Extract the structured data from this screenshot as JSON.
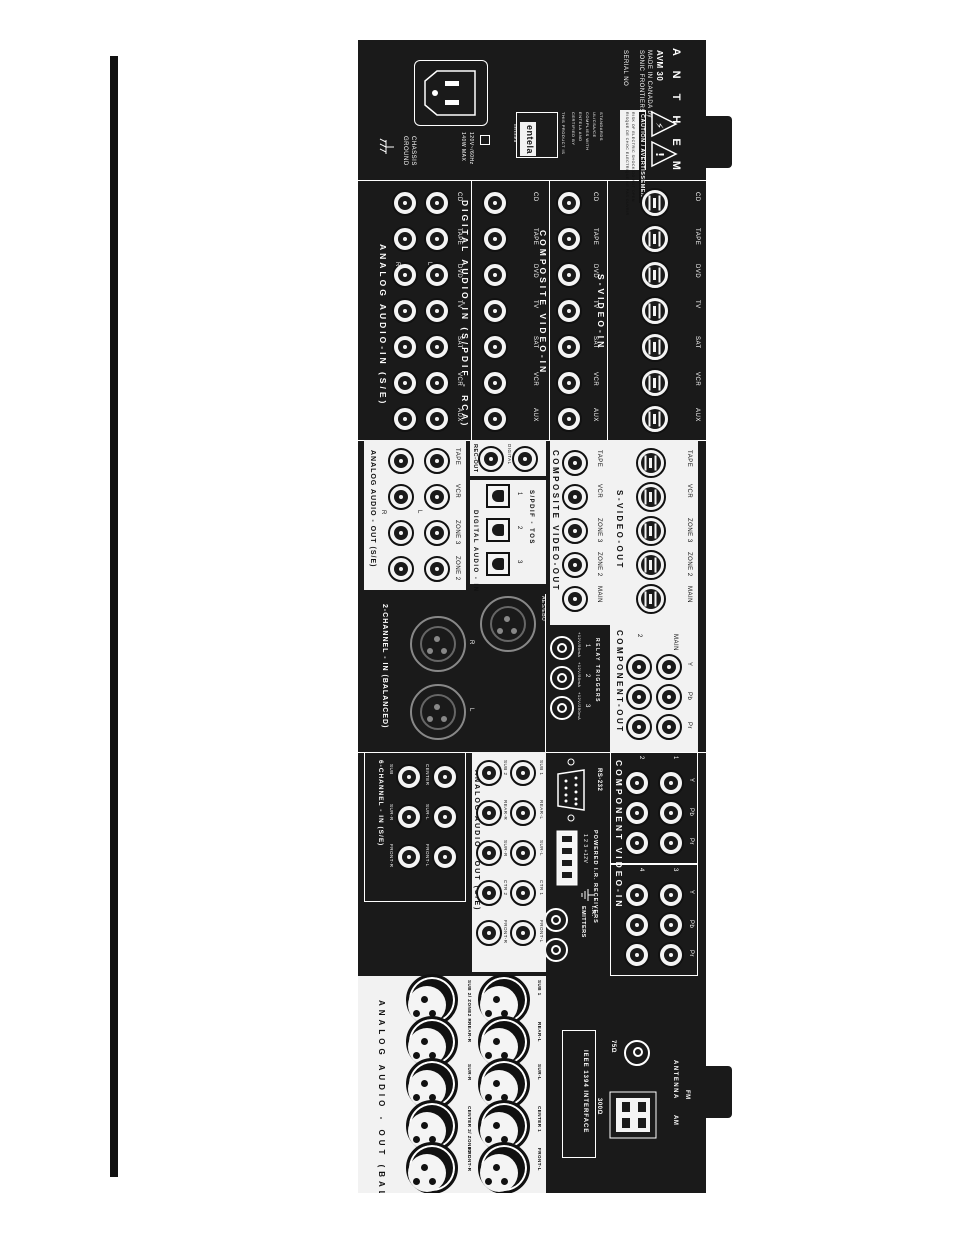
{
  "brand": {
    "logo": "A N T H E M",
    "model": "AVM 30",
    "made_in": "MADE IN CANADA by",
    "maker": "SONIC FRONTIERS INTERNATIONAL",
    "serial": "SERIAL NO"
  },
  "caution": {
    "title": "CAUTION / AVERTISSEMENT",
    "line1": "RISK OF ELECTRIC SHOCK DO NOT OPEN",
    "line2": "RISQUE DE CHOC ELECTRIQUE NE PAS OUVRIR"
  },
  "certification": {
    "text1": "THIS PRODUCT IS",
    "text2": "CERTIFIED BY",
    "text3": "ENTELA AND",
    "text4": "COMPLIES WITH",
    "text5": "UL/CSA/CE",
    "text6": "STANDARDS",
    "entela": "entela",
    "entela_sub": "certified"
  },
  "power": {
    "rating1": "120V~/60Hz",
    "rating2": "140W MAX",
    "chassis1": "CHASSIS",
    "chassis2": "GROUND"
  },
  "antenna": {
    "fm": "FM",
    "title": "ANTENNA",
    "am": "AM",
    "ohm75": "75Ω",
    "ohm300": "300Ω",
    "ieee": "IEEE 1394 INTERFACE"
  },
  "svideo_in": {
    "title": "S-VIDEO-IN",
    "labels": [
      "CD",
      "TAPE",
      "DVD",
      "TV",
      "SAT",
      "VCR",
      "AUX"
    ]
  },
  "composite_in": {
    "title": "COMPOSITE VIDEO-IN",
    "labels": [
      "CD",
      "TAPE",
      "DVD",
      "TV",
      "SAT",
      "VCR",
      "AUX"
    ]
  },
  "digital_in": {
    "title": "DIGITAL AUDIO-IN (S/PDIF - RCA)",
    "labels": [
      "CD",
      "TAPE",
      "DVD",
      "TV",
      "SAT",
      "VCR",
      "AUX"
    ]
  },
  "analog_in": {
    "title": "ANALOG AUDIO-IN (S/E)",
    "labels": [
      "CD",
      "TAPE",
      "DVD",
      "TV",
      "SAT",
      "VCR",
      "AUX"
    ],
    "l": "L",
    "r": "R"
  },
  "svideo_out": {
    "title": "S-VIDEO-OUT",
    "labels": [
      "TAPE",
      "VCR",
      "ZONE 3",
      "ZONE 2",
      "MAIN"
    ]
  },
  "composite_out": {
    "title": "COMPOSITE VIDEO-OUT",
    "labels": [
      "TAPE",
      "VCR",
      "ZONE 3",
      "ZONE 2",
      "MAIN"
    ]
  },
  "rec_out": {
    "title": "REC-OUT",
    "digital": "DIGITAL",
    "n1": "1",
    "n2": "2"
  },
  "spdif_tos": {
    "title": "S/PDIF - TOS",
    "labels": [
      "1",
      "2",
      "3"
    ],
    "section": "DIGITAL AUDIO - IN"
  },
  "aesebu": {
    "label": "AES/EBU"
  },
  "analog_out_se_lower": {
    "title": "ANALOG AUDIO - OUT (S/E)",
    "labels": [
      "TAPE",
      "VCR",
      "ZONE 3",
      "ZONE 2"
    ],
    "l": "L",
    "r": "R"
  },
  "component_out": {
    "title": "COMPONENT-OUT",
    "main": "MAIN",
    "two": "2",
    "y": "Y",
    "pb": "Pb",
    "pr": "Pr"
  },
  "relay": {
    "title": "RELAY TRIGGERS",
    "labels": [
      "1",
      "2",
      "3"
    ],
    "spec1": "+12V/50mA",
    "spec2": "+12V/50mA",
    "spec3": "+12V/250mA"
  },
  "two_channel": {
    "title": "2-CHANNEL - IN (BALANCED)",
    "l": "L",
    "r": "R"
  },
  "component_in": {
    "title": "COMPONENT VIDEO-IN",
    "y": "Y",
    "pb": "Pb",
    "pr": "Pr",
    "nums": [
      "1",
      "2",
      "3",
      "4"
    ]
  },
  "rs232": {
    "label": "RS-232"
  },
  "ir": {
    "receivers": "POWERED I.R. RECEIVERS",
    "pins": "1   2   3  +12V",
    "emitters1": "I.R.",
    "emitters2": "EMITTERS"
  },
  "analog_out_se_upper": {
    "title": "ANALOG AUDIO - OUT (S/E)",
    "top": [
      "SUB 1",
      "REAR-L",
      "SUR-L",
      "CTR 1",
      "FRONT-L"
    ],
    "bottom": [
      "SUB 2",
      "REAR-R",
      "SUR-R",
      "CTR 2",
      "FRONT-R"
    ]
  },
  "six_channel": {
    "title": "6-CHANNEL - IN (S/E)",
    "top": [
      "CENTER",
      "SUR-L",
      "FRONT-L"
    ],
    "bottom": [
      "SUB",
      "SUR-R",
      "FRONT-R"
    ]
  },
  "balanced_out": {
    "title": "ANALOG AUDIO - OUT (BALANCED)",
    "top": [
      "SUB 1",
      "REAR-L",
      "SUR-L",
      "CENTER 1",
      "FRONT-L"
    ],
    "bottom": [
      "SUB 2/ ZONE2 R",
      "REAR-R",
      "SUR-R",
      "CENTER 2/ ZONE2 L",
      "FRONT-R"
    ]
  }
}
